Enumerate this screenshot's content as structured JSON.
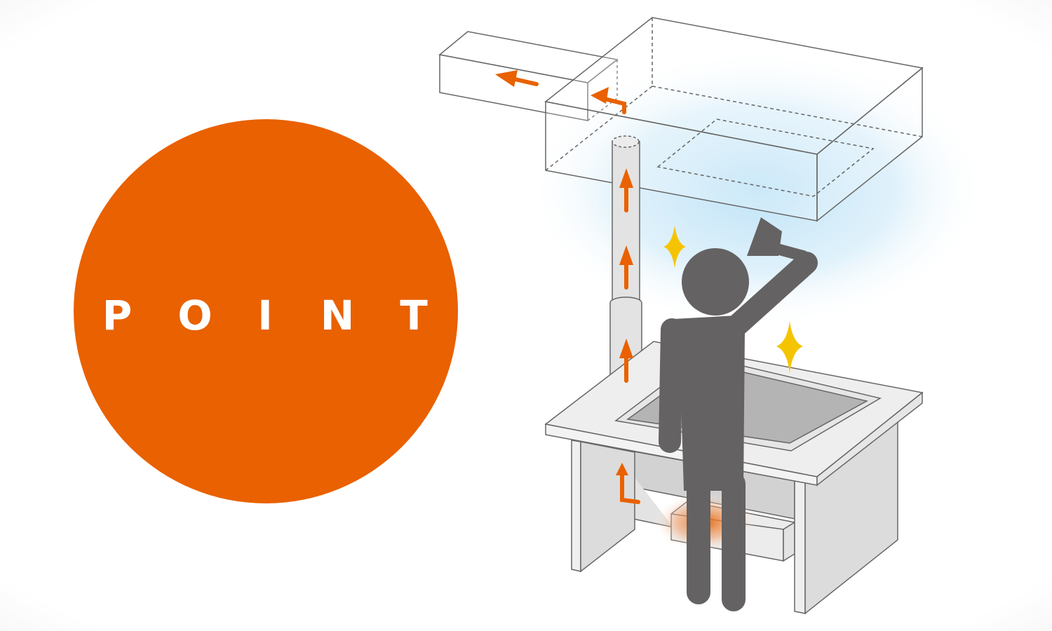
{
  "badge": {
    "letters": [
      "P",
      "O",
      "I",
      "N",
      "T"
    ],
    "color": "#e96100"
  },
  "illustration": {
    "arrow_color": "#e96100",
    "person_color": "#646263",
    "sparkle_color": "#f5c400",
    "glow_color": "#bfe3f7"
  }
}
